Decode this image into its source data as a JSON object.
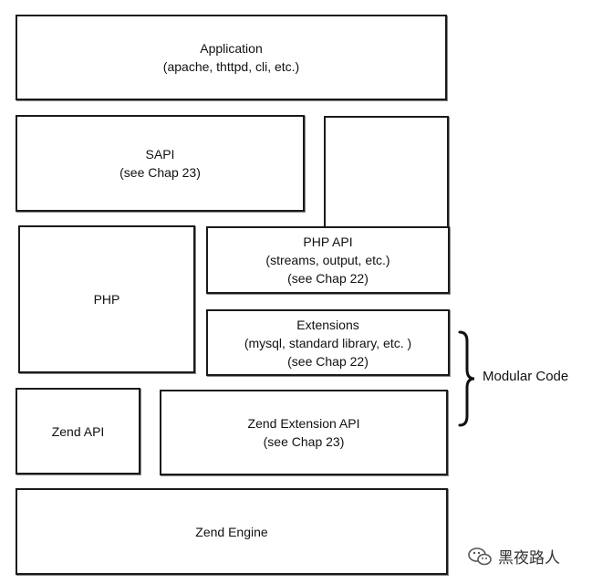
{
  "diagram": {
    "application": {
      "title": "Application",
      "subtitle": "(apache, thttpd, cli, etc.)"
    },
    "sapi": {
      "title": "SAPI",
      "subtitle": "(see Chap 23)"
    },
    "php_api": {
      "title": "PHP API",
      "subtitle": "(streams, output, etc.)",
      "ref": "(see Chap 22)"
    },
    "php": {
      "title": "PHP"
    },
    "extensions": {
      "title": "Extensions",
      "subtitle": "(mysql, standard library, etc. )",
      "ref": "(see Chap 22)"
    },
    "zend_api": {
      "title": "Zend API"
    },
    "zend_extension_api": {
      "title": "Zend Extension API",
      "subtitle": "(see Chap 23)"
    },
    "zend_engine": {
      "title": "Zend Engine"
    },
    "modular_code_label": "Modular Code"
  },
  "watermark": {
    "text": "黑夜路人",
    "icon": "wechat-icon"
  },
  "colors": {
    "border": "#1a1a1a",
    "background": "#ffffff"
  }
}
